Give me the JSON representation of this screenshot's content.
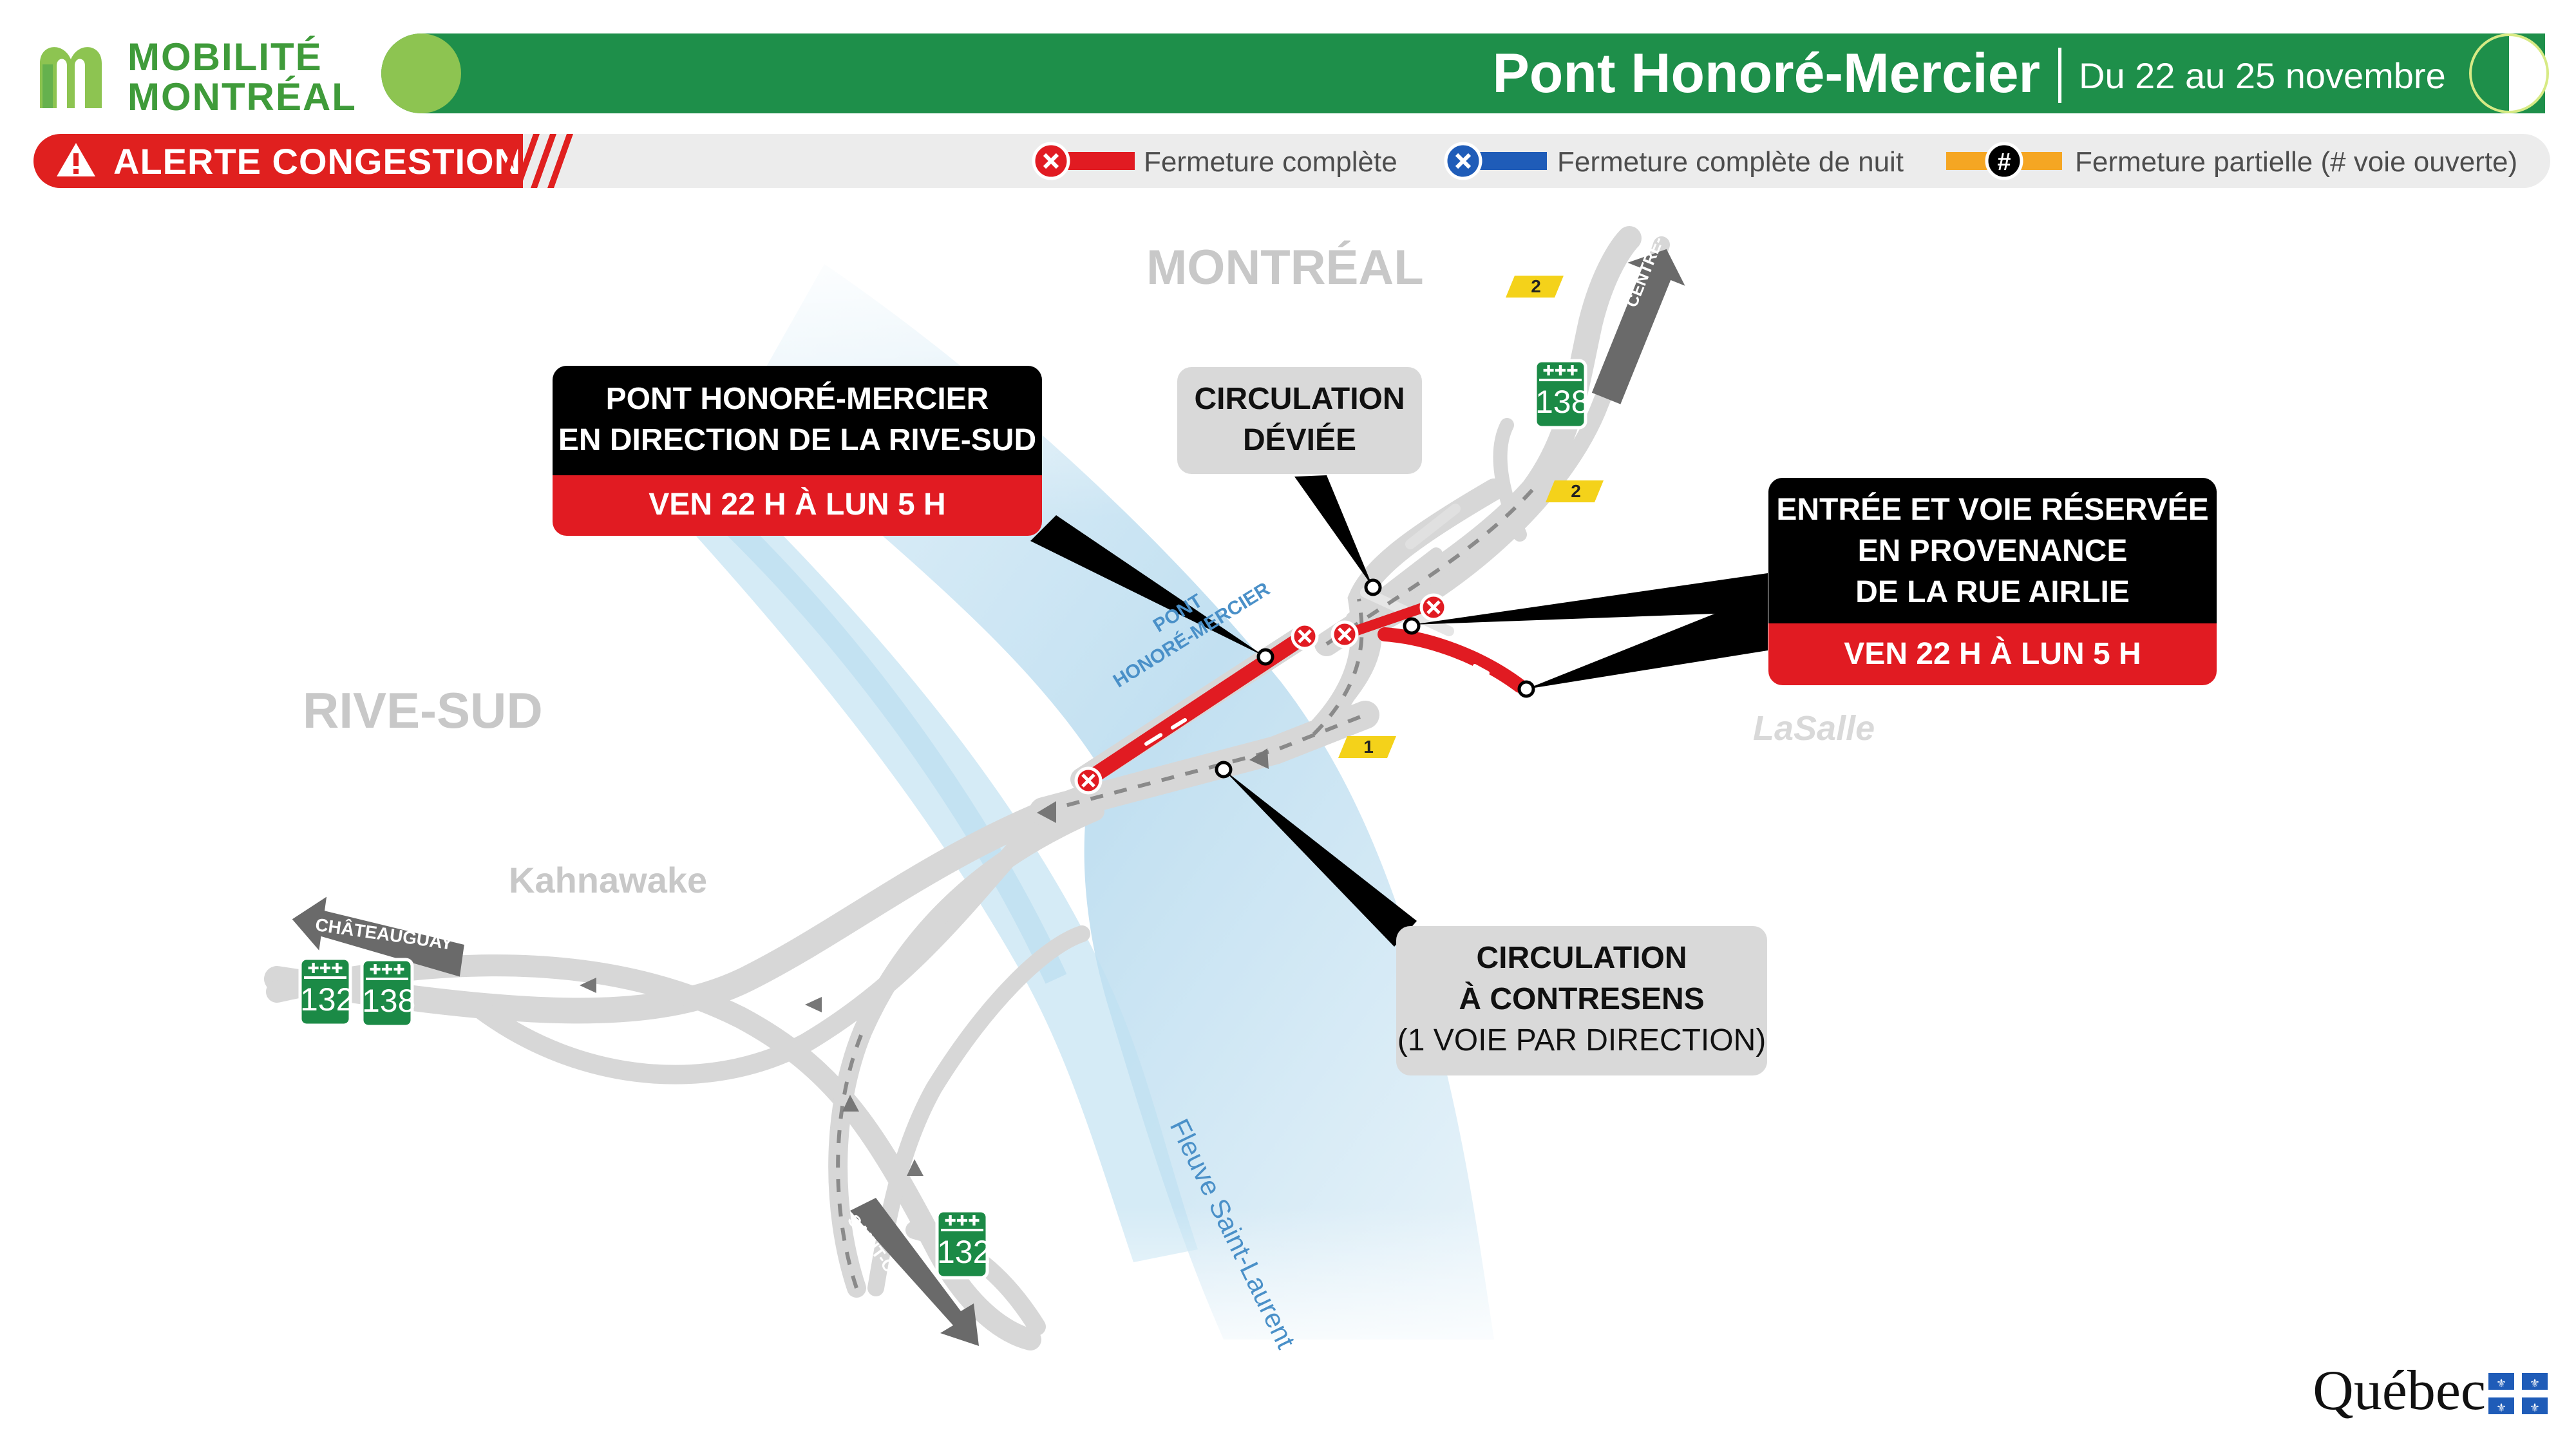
{
  "header": {
    "brand_line1": "MOBILITÉ",
    "brand_line2": "MONTRÉAL",
    "title": "Pont Honoré-Mercier",
    "dates": "Du 22 au 25 novembre",
    "alert_label": "ALERTE CONGESTION"
  },
  "legend": {
    "items": [
      {
        "label": "Fermeture complète",
        "icon": "x-circle-icon",
        "color": "#e11b22"
      },
      {
        "label": "Fermeture complète de nuit",
        "icon": "x-circle-icon",
        "color": "#1f5cb8"
      },
      {
        "label": "Fermeture partielle (# voie ouverte)",
        "icon": "hash-circle-icon",
        "color": "#f5a623"
      }
    ]
  },
  "places": {
    "montreal": "MONTRÉAL",
    "rive_sud": "RIVE-SUD",
    "kahnawake": "Kahnawake",
    "lasalle": "LaSalle",
    "river": "Fleuve Saint-Laurent",
    "bridge_line1": "PONT",
    "bridge_line2": "HONORÉ-MERCIER"
  },
  "callouts": {
    "bridge": {
      "line1": "PONT HONORÉ-MERCIER",
      "line2": "EN DIRECTION DE LA RIVE-SUD",
      "time": "VEN 22 H À LUN 5 H"
    },
    "detour": {
      "line1": "CIRCULATION",
      "line2": "DÉVIÉE"
    },
    "airlie": {
      "line1": "ENTRÉE ET VOIE RÉSERVÉE",
      "line2": "EN PROVENANCE",
      "line3": "DE LA RUE AIRLIE",
      "time": "VEN 22 H À LUN 5 H"
    },
    "contraflow": {
      "line1": "CIRCULATION",
      "line2": "À CONTRESENS",
      "line3": "(1 VOIE PAR DIRECTION)"
    }
  },
  "directions": {
    "centre_ville": "CENTRE-VILLE",
    "chateauguay": "CHÂTEAUGUAY",
    "saint_constant": "SAINT-CONSTANT"
  },
  "routes": {
    "r138_top": "138",
    "r132_left": "132",
    "r138_left": "138",
    "r132_bottom": "132"
  },
  "lane_badges": {
    "top": "2",
    "middle": "2",
    "lower": "1"
  },
  "footer": {
    "logo_text": "Québec"
  },
  "colors": {
    "green": "#1e8f4a",
    "red": "#e11b22",
    "road": "#d6d6d6",
    "river": "#c4e1f2"
  }
}
